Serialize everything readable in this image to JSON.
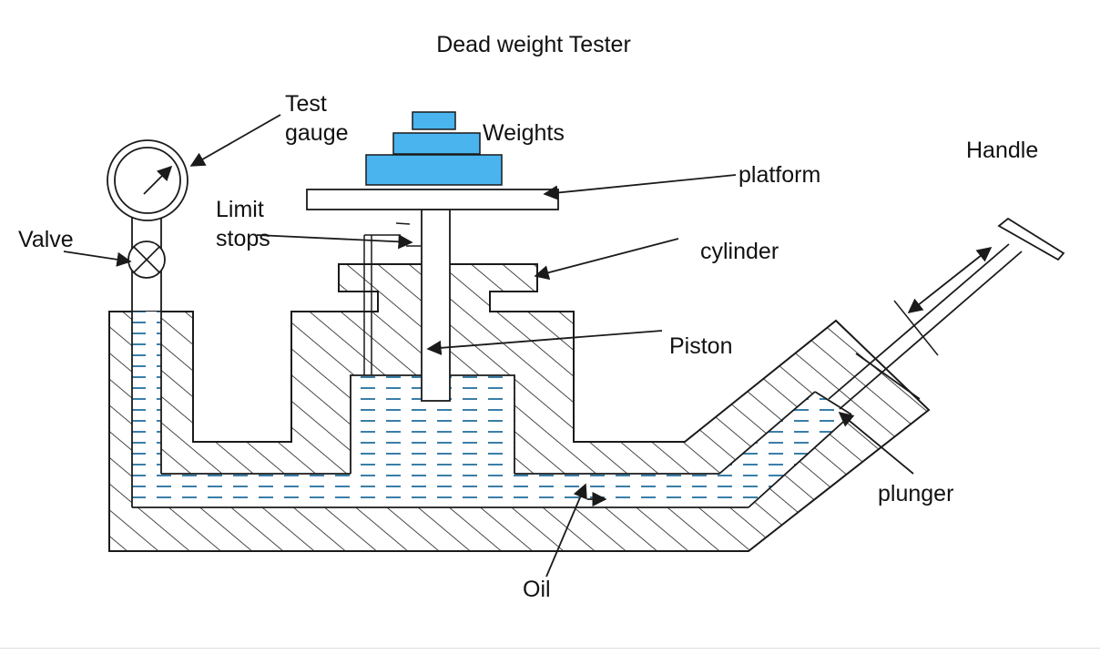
{
  "title": "Dead weight Tester",
  "labels": {
    "test_gauge_line1": "Test",
    "test_gauge_line2": "gauge",
    "weights": "Weights",
    "handle": "Handle",
    "platform": "platform",
    "limit_stops_line1": "Limit",
    "limit_stops_line2": "stops",
    "valve": "Valve",
    "cylinder": "cylinder",
    "piston": "Piston",
    "plunger": "plunger",
    "oil": "Oil"
  },
  "colors": {
    "weights": "#4ab4ee",
    "oil_dashes": "#3a7ea8",
    "lines": "#1a1a1a"
  }
}
